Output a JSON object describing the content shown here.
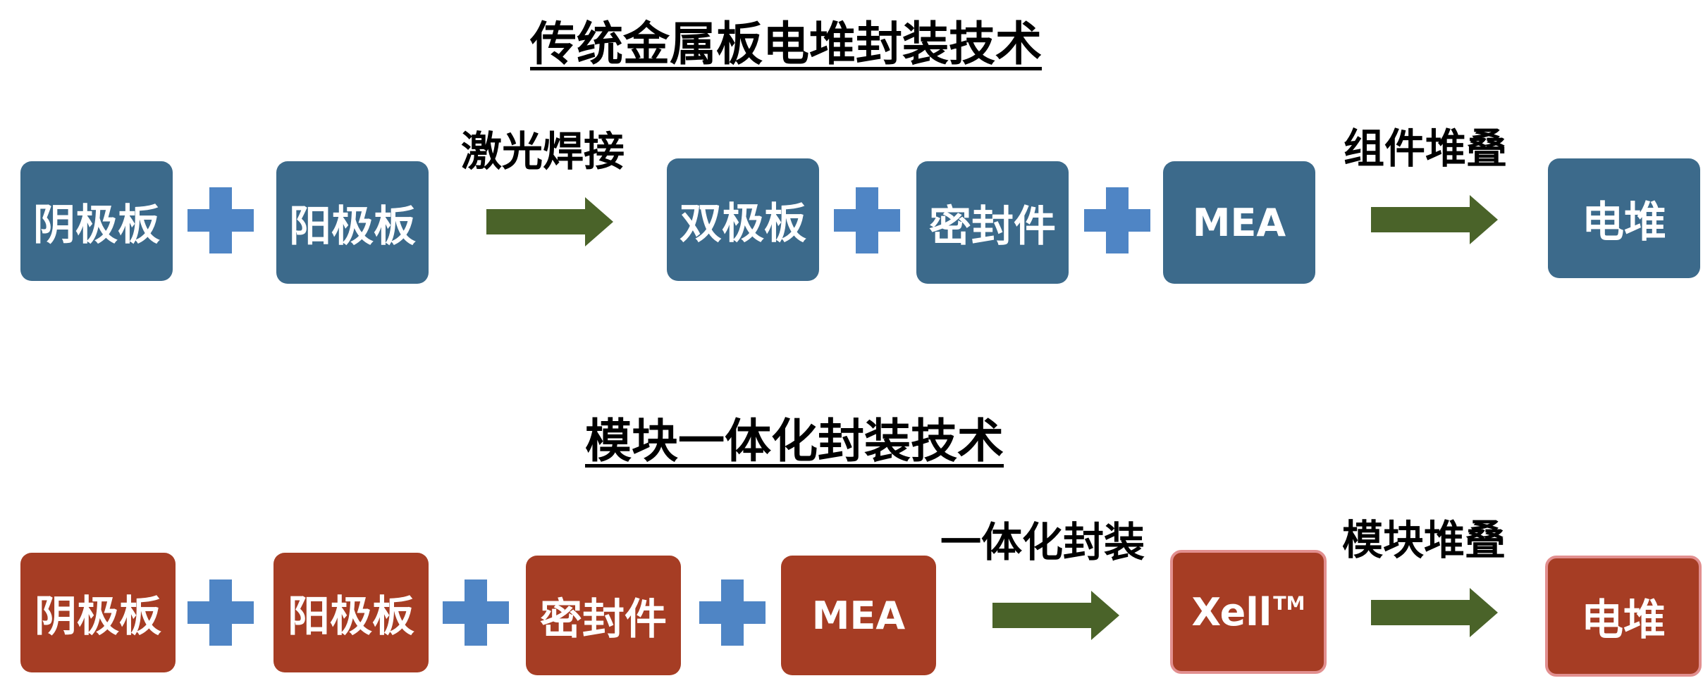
{
  "traditional": {
    "title": "传统金属板电堆封装技术",
    "boxes": {
      "cathode_plate": "阴极板",
      "anode_plate": "阳极板",
      "bipolar_plate": "双极板",
      "seal": "密封件",
      "mea": "MEA",
      "stack": "电堆"
    },
    "steps": {
      "laser_welding": "激光焊接",
      "component_stacking": "组件堆叠"
    }
  },
  "integrated": {
    "title": "模块一体化封装技术",
    "boxes": {
      "cathode_plate": "阴极板",
      "anode_plate": "阳极板",
      "seal": "密封件",
      "mea": "MEA",
      "xell_name": "Xell",
      "xell_trademark": "TM",
      "stack": "电堆"
    },
    "steps": {
      "integrated_packaging": "一体化封装",
      "module_stacking": "模块堆叠"
    }
  },
  "colors": {
    "traditional_box": "#3c6a8b",
    "integrated_box": "#a63d24",
    "plus_sign": "#4f85c5",
    "arrow": "#4a6329"
  }
}
